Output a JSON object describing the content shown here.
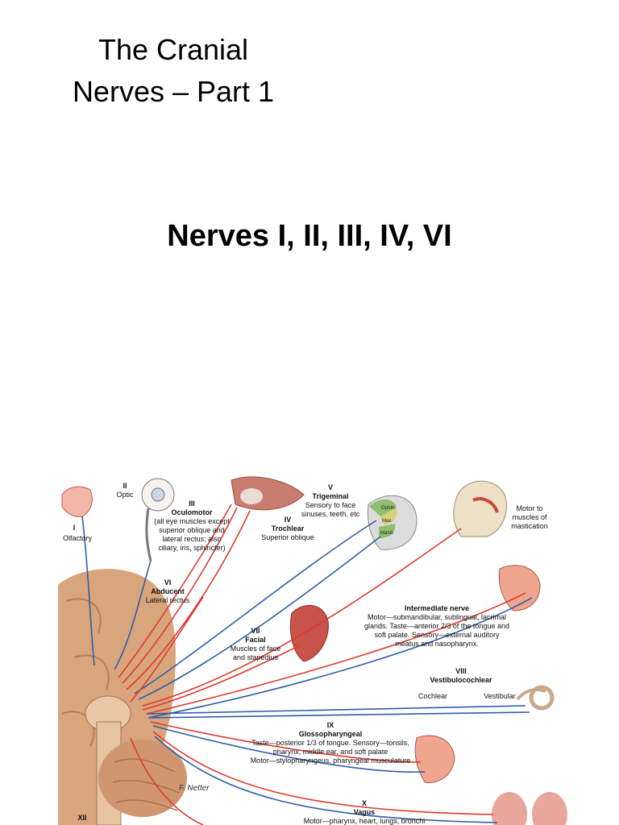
{
  "slide": {
    "title_line1": "The Cranial",
    "title_line2": "Nerves – Part 1",
    "subtitle": "Nerves I, II, III, IV, VI"
  },
  "figure": {
    "nerve_I": {
      "numeral": "I",
      "name": "Olfactory"
    },
    "nerve_II": {
      "numeral": "II",
      "name": "Optic"
    },
    "nerve_III": {
      "numeral": "III",
      "name": "Oculomotor",
      "desc": [
        "(all eye muscles except",
        "superior oblique and",
        "lateral rectus; also",
        "ciliary, iris, sphincter)"
      ]
    },
    "nerve_IV": {
      "numeral": "IV",
      "name": "Trochlear",
      "desc": "Superior oblique"
    },
    "nerve_V": {
      "numeral": "V",
      "name": "Trigeminal",
      "desc": [
        "Sensory to face",
        "sinuses, teeth, etc"
      ],
      "divisions": [
        "Ophth.",
        "Max.",
        "Mand."
      ]
    },
    "motor_mastication": [
      "Motor to",
      "muscles of",
      "mastication"
    ],
    "nerve_VI": {
      "numeral": "VI",
      "name": "Abducent",
      "desc": "Lateral rectus"
    },
    "nerve_VII": {
      "numeral": "VII",
      "name": "Facial",
      "desc": [
        "Muscles of face",
        "and stapedius"
      ]
    },
    "intermediate": {
      "name": "Intermediate nerve",
      "line1": "Motor—submandibular, sublingual, lacrimal",
      "line2": "glands. Taste—anterior 2/3 of the tongue and",
      "line3": "soft palate. Sensory—external auditory",
      "line4": "meatus and nasopharynx."
    },
    "nerve_VIII": {
      "numeral": "VIII",
      "name": "Vestibulocochlear",
      "cochlear": "Cochlear",
      "vestibular": "Vestibular"
    },
    "nerve_IX": {
      "numeral": "IX",
      "name": "Glossopharyngeal",
      "line1": "Taste—posterior 1/3 of tongue. Sensory—tonsils,",
      "line2": "pharynx, middle ear, and soft palate",
      "line3": "Motor—stylopharyngeus, pharyngeal musculature"
    },
    "nerve_X": {
      "numeral": "X",
      "name": "Vagus",
      "line1": "Motor—pharynx, heart, lungs, bronchi"
    },
    "nerve_XII": {
      "numeral": "XII"
    },
    "signature": "F. Netter",
    "colors": {
      "motor": "#e03a2e",
      "sensory": "#2f5fa8",
      "brain": "#d9a57c"
    }
  }
}
